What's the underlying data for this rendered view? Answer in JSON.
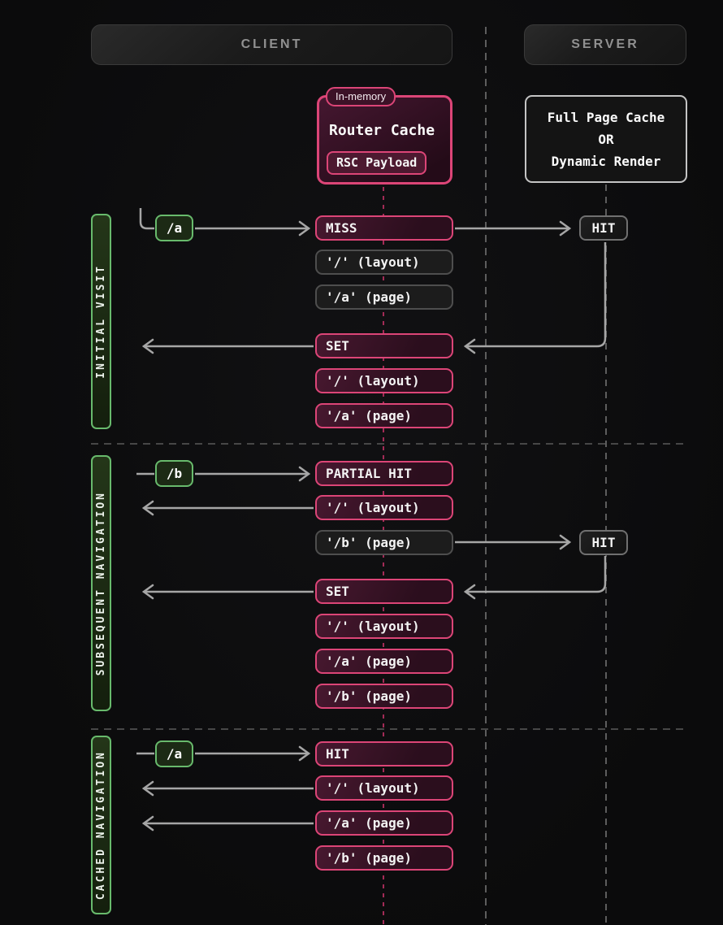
{
  "headers": {
    "client": "CLIENT",
    "server": "SERVER"
  },
  "router_cache": {
    "badge": "In-memory",
    "title": "Router Cache",
    "payload": "RSC Payload"
  },
  "server_box": {
    "line1": "Full Page Cache",
    "line2": "OR",
    "line3": "Dynamic Render"
  },
  "sections": [
    {
      "label": "INITIAL VISIT",
      "request_chip": "/a",
      "client_rows": [
        "MISS",
        "'/' (layout)",
        "'/a' (page)",
        "SET",
        "'/' (layout)",
        "'/a' (page)"
      ],
      "server_rows": [
        "HIT"
      ]
    },
    {
      "label": "SUBSEQUENT NAVIGATION",
      "request_chip": "/b",
      "client_rows": [
        "PARTIAL HIT",
        "'/' (layout)",
        "'/b' (page)",
        "SET",
        "'/' (layout)",
        "'/a' (page)",
        "'/b' (page)"
      ],
      "server_rows": [
        "HIT"
      ]
    },
    {
      "label": "CACHED NAVIGATION",
      "request_chip": "/a",
      "client_rows": [
        "HIT",
        "'/' (layout)",
        "'/a' (page)",
        "'/b' (page)"
      ],
      "server_rows": []
    }
  ],
  "colors": {
    "pink_border": "#dc4577",
    "pink_fill": "#2f0f20",
    "pink_dashed_line": "#a32b56",
    "green_border": "#68ba6c",
    "gray_line": "#a6a6a6",
    "dashed_gray": "#5d5d5d",
    "background": "#0c0c0d"
  }
}
